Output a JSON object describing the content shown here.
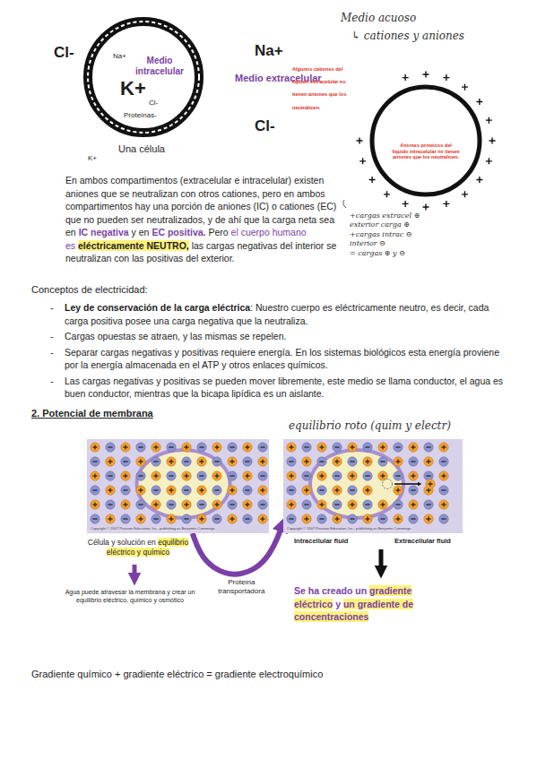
{
  "diagram": {
    "nodes": [
      {
        "text": [
          "Na+",
          "Medio intracelular",
          "K+",
          "Cl-",
          "Proteínas-",
          "Una célula"
        ]
      },
      {
        "text": [
          "Aniones proteicos del líquido intracelular no tienen aniones que los neutralicen."
        ]
      },
      {
        "text": [
          "Copyright © 2007 Pearson Education, Inc., publishing as Benjamin Cummings."
        ]
      },
      {
        "text": [
          "Copyright © 2007 Pearson Education, Inc., publishing as Benjamin Cummings."
        ]
      }
    ],
    "edges": [
      {
        "from": 2,
        "to": 3,
        "arrow": "to",
        "label": "Proteína transportadora"
      }
    ],
    "labels": [
      "Cl-",
      "Na+",
      "Medio extracelular",
      "Cl-",
      "K+",
      "Medio acuoso",
      "↳ cationes y aniones",
      "Algunos cationes del líquido extracelular no tienen aniones que los neutralicen.",
      "+cargas extracel ⊕",
      "exterior carga ⊕",
      "+cargas intrac ⊖",
      "interior ⊖",
      "= cargas ⊕ y ⊖",
      "En ambos compartimentos (extracelular e intracelular) existen aniones que se neutralizan con otros cationes, pero en ambos compartimentos hay una porción de aniones (IC) o cationes (EC) que no pueden ser neutralizados, y de ahí que la carga neta sea en",
      "IC negativa",
      "y en",
      "EC positiva.",
      "Pero",
      "el cuerpo humano es",
      "eléctricamente NEUTRO,",
      "las cargas negativas del interior se neutralizan con las positivas del exterior.",
      "Conceptos de electricidad:",
      "-",
      "Ley de conservación de la carga eléctrica",
      ": Nuestro cuerpo es eléctricamente neutro, es decir, cada carga positiva posee una carga negativa que la neutraliza.",
      "-",
      "Cargas opuestas se atraen, y las mismas se repelen.",
      "-",
      "Separar cargas negativas y positivas requiere energía. En los sistemas biológicos esta energía proviene por la energía almacenada en el ATP y otros enlaces químicos.",
      "-",
      "Las cargas negativas y positivas se pueden mover libremente, este medio se llama conductor, el agua es buen conductor, mientras que la bicapa lipídica es un aislante.",
      "2. Potencial de membrana",
      "equilibrio roto (quim y electr)",
      "Célula y solución en",
      "equilibrio eléctrico y químico",
      "Agua puede atravesar la membrana y crear un equilibrio eléctrico, químico y osmótico",
      "Intracellular fluid",
      "Extracellular fluid",
      "Se ha creado un",
      "gradiente eléctrico",
      "y",
      "un gradiente de concentraciones",
      "Gradiente químico + gradiente eléctrico = gradiente electroquímico"
    ]
  }
}
